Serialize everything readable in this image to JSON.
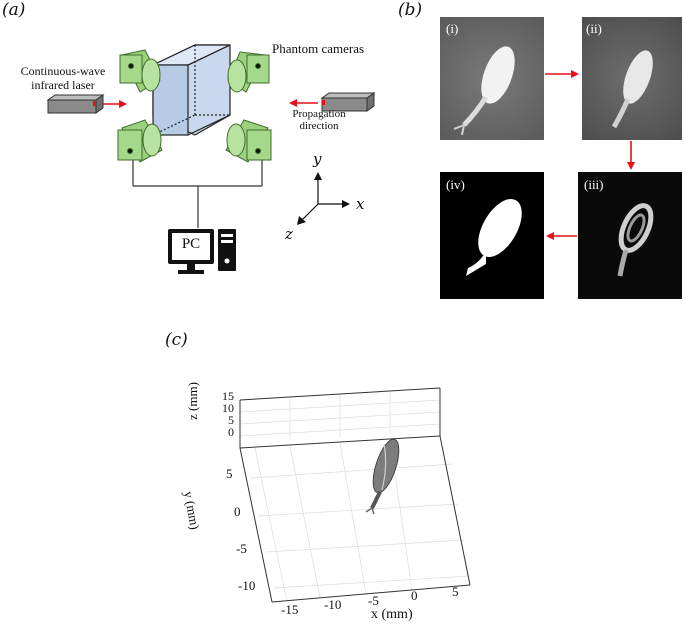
{
  "panels": {
    "a": {
      "letter": "(a)",
      "laser_label_line1": "Continuous-wave",
      "laser_label_line2": "infrared laser",
      "cameras_label": "Phantom cameras",
      "propagation_line1": "Propagation",
      "propagation_line2": "direction",
      "pc_label": "PC",
      "axis_y": "y",
      "axis_x": "x",
      "axis_z": "z"
    },
    "b": {
      "letter": "(b)",
      "steps": [
        "(i)",
        "(ii)",
        "(iii)",
        "(iv)"
      ]
    },
    "c": {
      "letter": "(c)",
      "z_axis_label": "z (mm)",
      "y_axis_label": "y (mm)",
      "x_axis_label": "x (mm)",
      "z_ticks": [
        "15",
        "10",
        "5",
        "0"
      ],
      "y_ticks": [
        "5",
        "0",
        "-5",
        "-10"
      ],
      "x_ticks": [
        "-15",
        "-10",
        "-5",
        "0",
        "5"
      ]
    }
  },
  "colors": {
    "camera_green": "#9bd07e",
    "camera_green_dark": "#5f9a45",
    "cube_blue": "#c9d8ee",
    "laser_gray": "#8a8a8a",
    "arrow_red": "#e8101a"
  }
}
